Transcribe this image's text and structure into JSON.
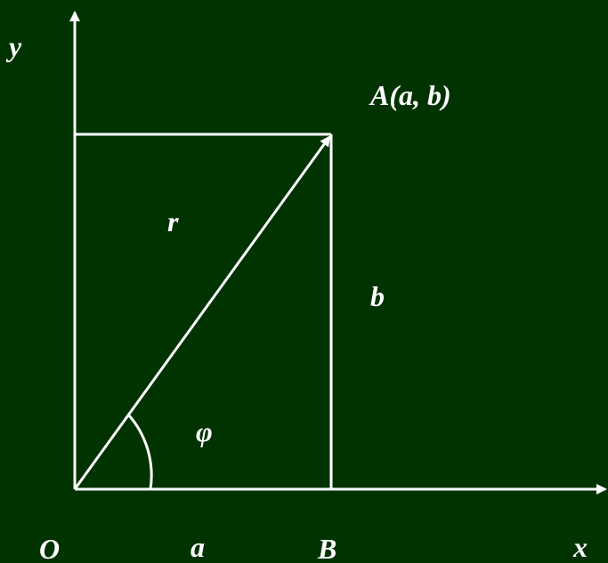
{
  "diagram": {
    "colors": {
      "background": "#003300",
      "line": "#ffffff",
      "text": "#ffffff"
    },
    "labels": {
      "y_axis": "y",
      "x_axis": "x",
      "origin": "O",
      "point_a": "A(a, b)",
      "radius": "r",
      "vertical_side": "b",
      "angle": "φ",
      "horizontal_side": "a",
      "foot_point": "B"
    }
  }
}
